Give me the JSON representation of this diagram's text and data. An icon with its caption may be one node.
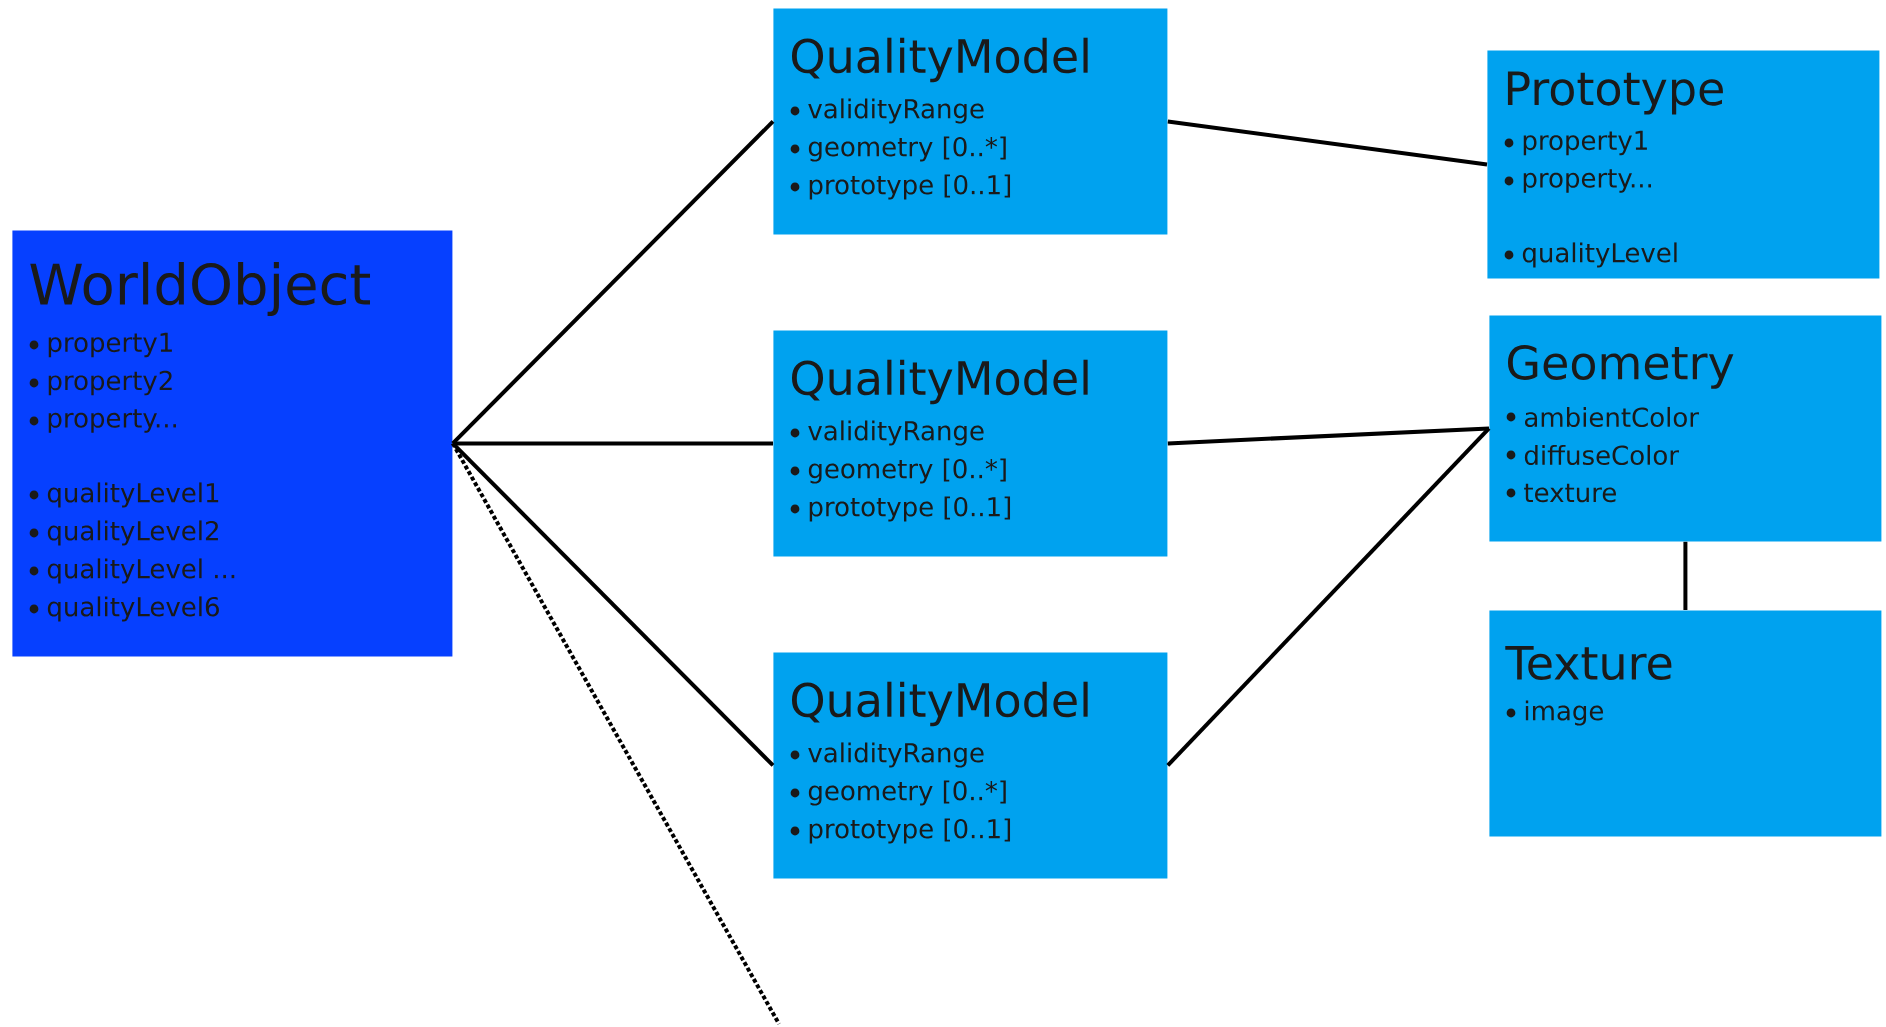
{
  "diagram": {
    "nodes": [
      {
        "text": [
          "WorldObject",
          "property1",
          "property2",
          "property...",
          "qualityLevel1",
          "qualityLevel2",
          "qualityLevel ...",
          "qualityLevel6"
        ]
      },
      {
        "text": [
          "QualityModel",
          "validityRange",
          "geometry [0..*]",
          "prototype [0..1]"
        ]
      },
      {
        "text": [
          "QualityModel",
          "validityRange",
          "geometry [0..*]",
          "prototype [0..1]"
        ]
      },
      {
        "text": [
          "QualityModel",
          "validityRange",
          "geometry [0..*]",
          "prototype [0..1]"
        ]
      },
      {
        "text": [
          "Prototype",
          "property1",
          "property...",
          "qualityLevel"
        ]
      },
      {
        "text": [
          "Geometry",
          "ambientColor",
          "diffuseColor",
          "texture"
        ]
      },
      {
        "text": [
          "Texture",
          "image"
        ]
      }
    ],
    "edges": [
      {
        "from": 0,
        "to": 1,
        "arrow": "none"
      },
      {
        "from": 0,
        "to": 2,
        "arrow": "none"
      },
      {
        "from": 0,
        "to": 3,
        "arrow": "none"
      },
      {
        "from": 0,
        "to": null,
        "arrow": "none",
        "style": "dashed"
      },
      {
        "from": 1,
        "to": 4,
        "arrow": "none"
      },
      {
        "from": 2,
        "to": 5,
        "arrow": "none"
      },
      {
        "from": 3,
        "to": 5,
        "arrow": "none"
      },
      {
        "from": 5,
        "to": 6,
        "arrow": "none"
      }
    ]
  }
}
